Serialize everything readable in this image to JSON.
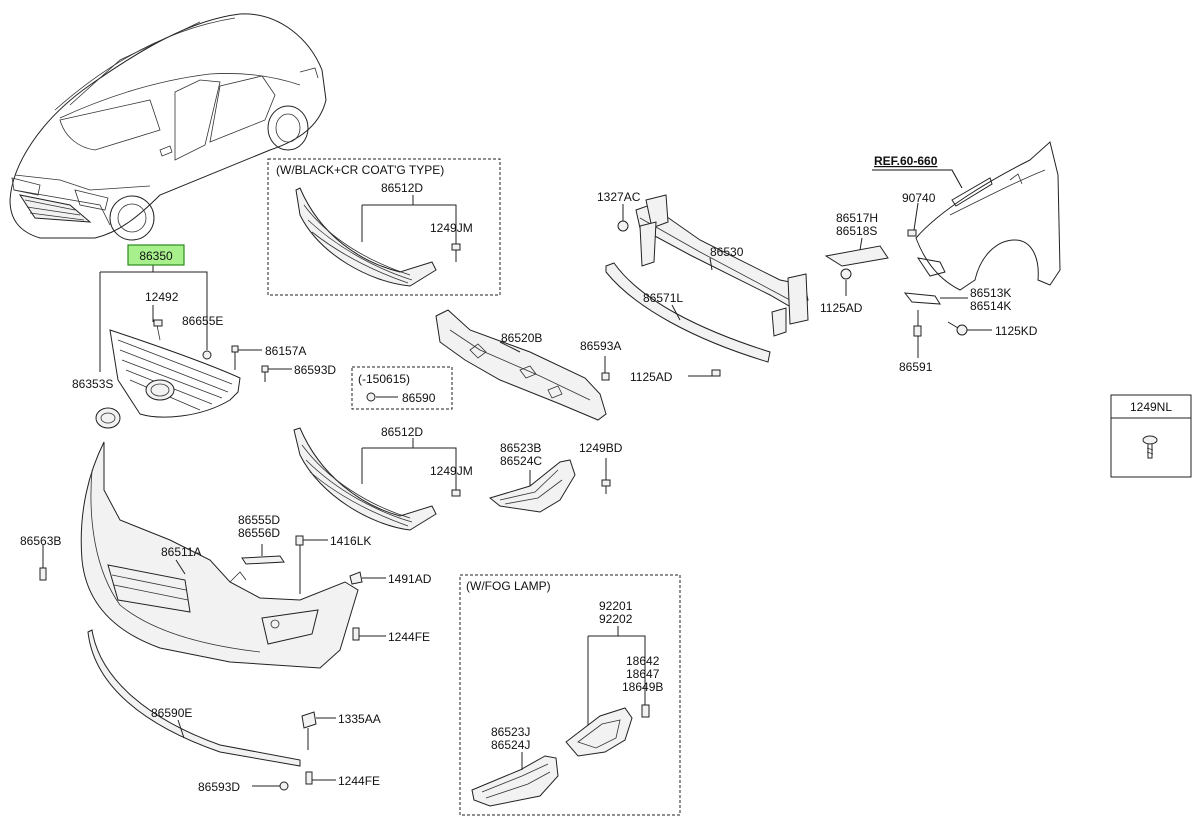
{
  "diagram": {
    "highlighted_part": "86350",
    "reference": "REF.60-660",
    "labels": {
      "p86350": "86350",
      "p12492": "12492",
      "p86655E": "86655E",
      "p86353S": "86353S",
      "p86157A": "86157A",
      "p86593D_top": "86593D",
      "p86590": "86590",
      "p86512D_top": "86512D",
      "p1249JM_top": "1249JM",
      "p86520B": "86520B",
      "p86593A": "86593A",
      "p1327AC": "1327AC",
      "p86530": "86530",
      "p86571L": "86571L",
      "p1125AD_lower": "1125AD",
      "p86517H": "86517H",
      "p86518S": "86518S",
      "p90740": "90740",
      "p1125AD_fender": "1125AD",
      "p86513K": "86513K",
      "p86514K": "86514K",
      "p1125KD": "1125KD",
      "p86591": "86591",
      "p86512D_mid": "86512D",
      "p1249JM_mid": "1249JM",
      "p86523B": "86523B",
      "p86524C": "86524C",
      "p1249BD": "1249BD",
      "p86563B": "86563B",
      "p86511A": "86511A",
      "p86555D": "86555D",
      "p86556D": "86556D",
      "p1416LK": "1416LK",
      "p1491AD": "1491AD",
      "p1244FE_top": "1244FE",
      "p86590E": "86590E",
      "p1335AA": "1335AA",
      "p1244FE_bot": "1244FE",
      "p86593D_bot": "86593D",
      "p92201": "92201",
      "p92202": "92202",
      "p18642": "18642",
      "p18647": "18647",
      "p18649B": "18649B",
      "p86523J": "86523J",
      "p86524J": "86524J",
      "p1249NL": "1249NL"
    },
    "groups": {
      "black_cr_coat_type": "(W/BLACK+CR COAT'G TYPE)",
      "date_code": "(-150615)",
      "fog_lamp": "(W/FOG LAMP)"
    }
  }
}
